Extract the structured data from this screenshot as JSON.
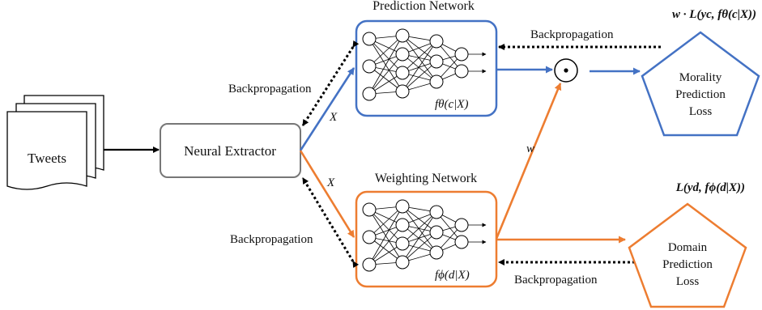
{
  "inputs": {
    "tweets_label": "Tweets"
  },
  "extractor": {
    "label": "Neural Extractor"
  },
  "prediction_network": {
    "title": "Prediction Network",
    "function_label": "fθ(c|X)",
    "color": "#4472C4"
  },
  "weighting_network": {
    "title": "Weighting Network",
    "function_label": "fϕ(d|X)",
    "color": "#ED7D31"
  },
  "edges": {
    "x_top": "X",
    "x_bottom": "X",
    "w_label": "w",
    "backprop_top_left": "Backpropagation",
    "backprop_top_right": "Backpropagation",
    "backprop_bottom_left": "Backpropagation",
    "backprop_bottom_right": "Backpropagation",
    "multiply_symbol": "⊙"
  },
  "losses": {
    "morality": {
      "lines": [
        "Morality",
        "Prediction",
        "Loss"
      ],
      "formula": "w · L(yc, fθ(c|X))",
      "color": "#4472C4"
    },
    "domain": {
      "lines": [
        "Domain",
        "Prediction",
        "Loss"
      ],
      "formula": "L(yd, fϕ(d|X))",
      "color": "#ED7D31"
    }
  }
}
